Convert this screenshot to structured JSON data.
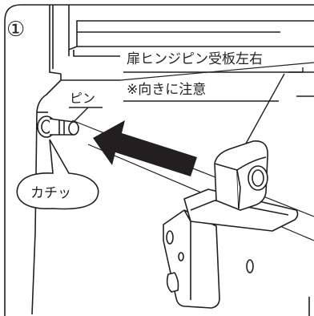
{
  "step": {
    "number": "①"
  },
  "labels": {
    "part_name": "扉ヒンジピン受板左右",
    "part_note": "※向きに注意",
    "pin": "ピン",
    "click_sound": "カチッ"
  },
  "colors": {
    "line": "#231f20",
    "arrow": "#231f20",
    "background": "#ffffff"
  },
  "icons": {
    "arrow": "insert-arrow-icon",
    "callout": "speech-bubble-icon"
  }
}
